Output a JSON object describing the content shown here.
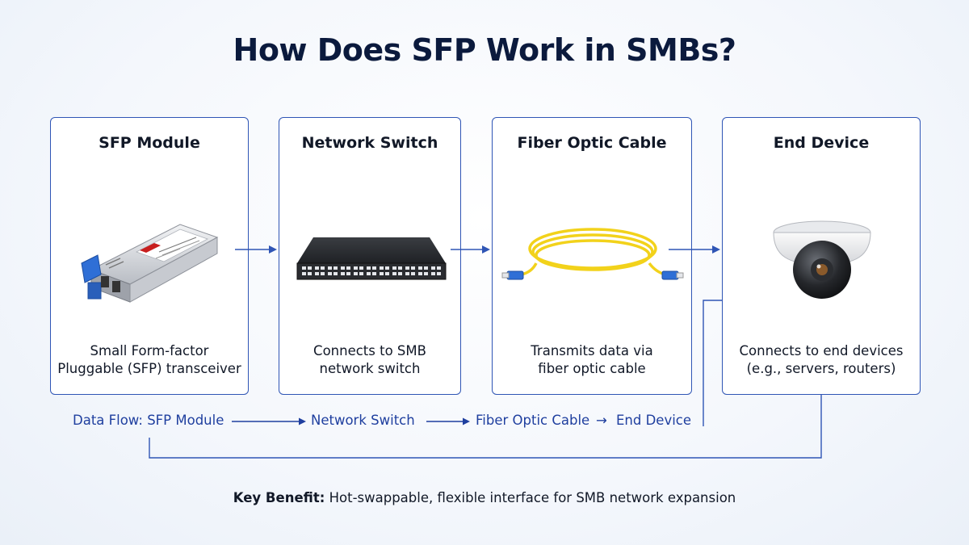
{
  "title": "How Does SFP Work in SMBs?",
  "cards": [
    {
      "title": "SFP Module",
      "desc_line1": "Small Form-factor",
      "desc_line2": "Pluggable (SFP) transceiver",
      "image": "sfp-transceiver-icon"
    },
    {
      "title": "Network Switch",
      "desc_line1": "Connects to SMB",
      "desc_line2": "network switch",
      "image": "network-switch-icon"
    },
    {
      "title": "Fiber Optic Cable",
      "desc_line1": "Transmits data via",
      "desc_line2": "fiber optic cable",
      "image": "fiber-cable-icon"
    },
    {
      "title": "End Device",
      "desc_line1": "Connects to end devices",
      "desc_line2": "(e.g., servers, routers)",
      "image": "dome-camera-icon"
    }
  ],
  "flow": {
    "label": "Data Flow: SFP Module",
    "step2": "Network Switch",
    "step3": "Fiber Optic Cable",
    "arrow": "→",
    "step4": "End Device"
  },
  "benefit": {
    "label": "Key Benefit:",
    "text": " Hot-swappable, flexible interface for SMB network expansion"
  },
  "colors": {
    "accent": "#2f55b5",
    "flow_text": "#1f3f9f",
    "title": "#0b1a3d",
    "fiber": "#f2d21b"
  }
}
